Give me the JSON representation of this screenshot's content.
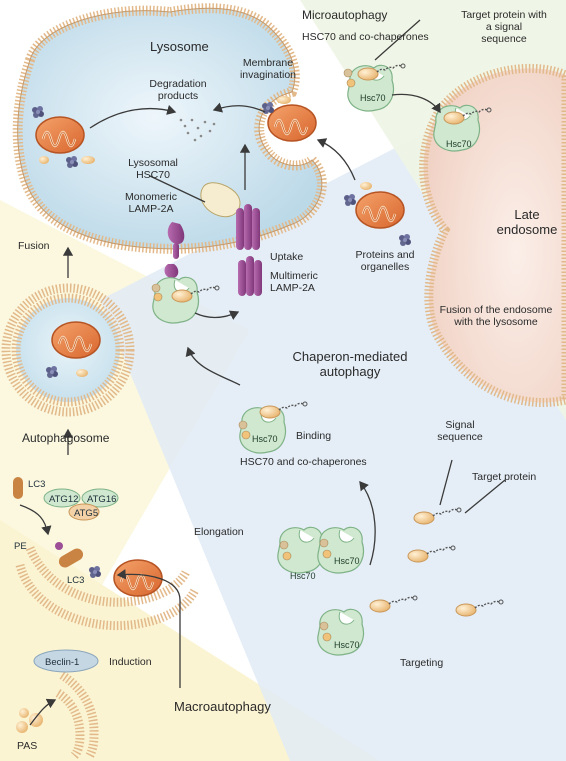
{
  "labels": {
    "lysosome": "Lysosome",
    "microautophagy": "Microautophagy",
    "hsc70_cochaperones_top": "HSC70 and co-chaperones",
    "target_signal": "Target protein with\na signal\nsequence",
    "membrane_invagination": "Membrane\ninvagination",
    "degradation_products": "Degradation\nproducts",
    "lysosomal_hsc70": "Lysosomal\nHSC70",
    "monomeric_lamp": "Monomeric\nLAMP-2A",
    "uptake": "Uptake",
    "multimeric_lamp": "Multimeric\nLAMP-2A",
    "proteins_organelles": "Proteins and\norganelles",
    "late_endosome": "Late\nendosome",
    "fusion_endosome": "Fusion of the endosome\nwith the lysosome",
    "fusion": "Fusion",
    "chaperone_mediated": "Chaperon-mediated\nautophagy",
    "binding": "Binding",
    "hsc70_cochaperones_mid": "HSC70 and co-chaperones",
    "signal_sequence": "Signal\nsequence",
    "target_protein": "Target protein",
    "autophagosome": "Autophagosome",
    "elongation": "Elongation",
    "targeting": "Targeting",
    "induction": "Induction",
    "macroautophagy": "Macroautophagy",
    "pas": "PAS"
  },
  "markers": {
    "lc3": "LC3",
    "lc3_bound": "LC3",
    "atg12": "ATG12",
    "atg16": "ATG16",
    "atg5": "ATG5",
    "pe": "PE",
    "beclin": "Beclin-1",
    "hsc70": "Hsc70"
  },
  "colors": {
    "lysosome_fill": "#cfe4ef",
    "lysosome_membrane": "#e2b98a",
    "endosome_fill": "#f6e2dc",
    "mitochondria": "#e9824a",
    "hsc70": "#cfe8cf",
    "lamp2a": "#9c4f96",
    "protein": "#f3c796",
    "macro_zone": "#fbf6d8",
    "cma_zone": "#dfeaf6",
    "micro_zone": "#edf4e2"
  }
}
